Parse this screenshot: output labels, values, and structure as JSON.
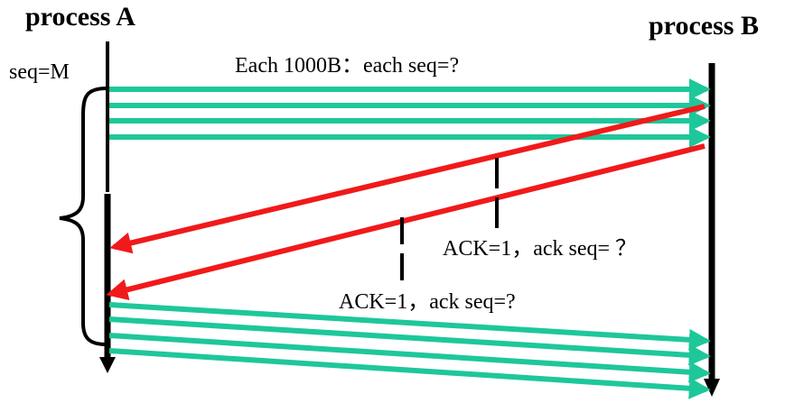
{
  "process_a": {
    "label": "process A"
  },
  "process_b": {
    "label": "process B"
  },
  "seq_start": {
    "label": "seq=M"
  },
  "segments_note": {
    "label": "Each  1000B：each seq=?"
  },
  "ack_labels": [
    {
      "label": "ACK=1，ack seq= ？"
    },
    {
      "label": "ACK=1，ack seq=?"
    }
  ],
  "colors": {
    "data_segment": "#1ec79a",
    "ack_segment": "#f01a1a",
    "timeline": "#000000"
  },
  "segment_counts": {
    "first_burst": 4,
    "acks": 2,
    "second_burst": 4
  }
}
